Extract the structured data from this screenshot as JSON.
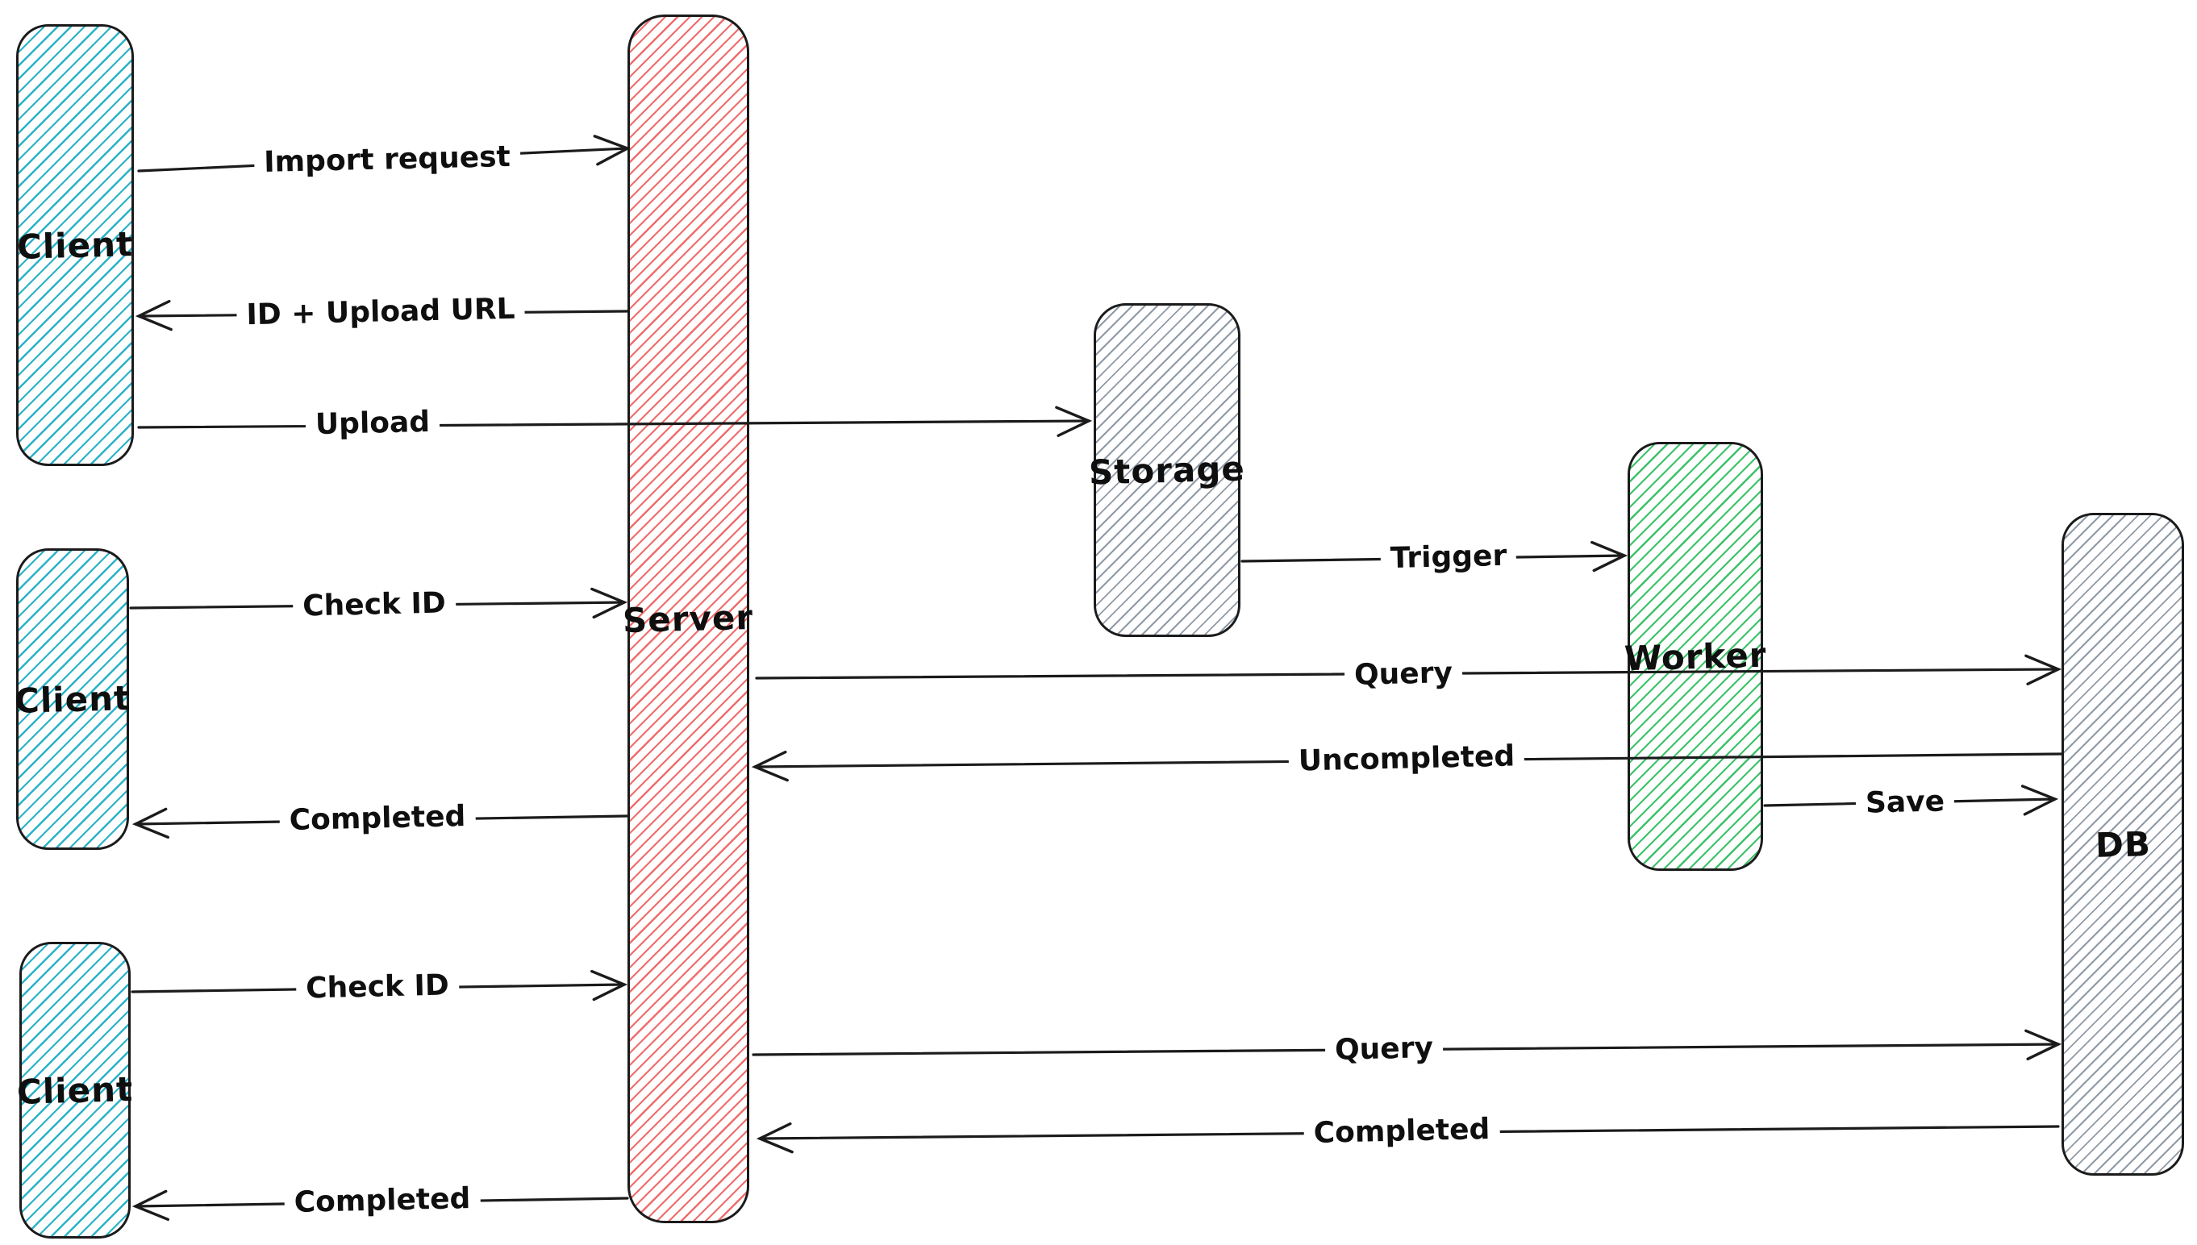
{
  "diagram": {
    "type": "sequence-flow-sketch",
    "palette": {
      "stroke": "#1b1b1b",
      "text": "#0f0f0f",
      "background": "#ffffff",
      "client_hatch": "#2ab2c8",
      "server_hatch": "#ef6d6d",
      "worker_hatch": "#3dc26a",
      "storage_db_hatch": "#8f9aa7"
    },
    "nodes": [
      {
        "id": "client-1",
        "label": "Client",
        "color": "cyan"
      },
      {
        "id": "client-2",
        "label": "Client",
        "color": "cyan"
      },
      {
        "id": "client-3",
        "label": "Client",
        "color": "cyan"
      },
      {
        "id": "server",
        "label": "Server",
        "color": "red"
      },
      {
        "id": "storage",
        "label": "Storage",
        "color": "gray"
      },
      {
        "id": "worker",
        "label": "Worker",
        "color": "green"
      },
      {
        "id": "db",
        "label": "DB",
        "color": "gray"
      }
    ],
    "edges": [
      {
        "id": "import-request",
        "label": "Import request",
        "from": "client-1",
        "to": "server",
        "direction": "right"
      },
      {
        "id": "id-upload-url",
        "label": "ID + Upload URL",
        "from": "server",
        "to": "client-1",
        "direction": "left"
      },
      {
        "id": "upload",
        "label": "Upload",
        "from": "client-1",
        "to": "storage",
        "direction": "right"
      },
      {
        "id": "check-id-1",
        "label": "Check ID",
        "from": "client-2",
        "to": "server",
        "direction": "right"
      },
      {
        "id": "completed-1",
        "label": "Completed",
        "from": "server",
        "to": "client-2",
        "direction": "left"
      },
      {
        "id": "trigger",
        "label": "Trigger",
        "from": "storage",
        "to": "worker",
        "direction": "right"
      },
      {
        "id": "query-1",
        "label": "Query",
        "from": "server",
        "to": "db",
        "direction": "right"
      },
      {
        "id": "uncompleted",
        "label": "Uncompleted",
        "from": "db",
        "to": "server",
        "direction": "left"
      },
      {
        "id": "save",
        "label": "Save",
        "from": "worker",
        "to": "db",
        "direction": "right"
      },
      {
        "id": "check-id-2",
        "label": "Check ID",
        "from": "client-3",
        "to": "server",
        "direction": "right"
      },
      {
        "id": "query-2",
        "label": "Query",
        "from": "server",
        "to": "db",
        "direction": "right"
      },
      {
        "id": "completed-2",
        "label": "Completed",
        "from": "db",
        "to": "server",
        "direction": "left"
      },
      {
        "id": "completed-3",
        "label": "Completed",
        "from": "server",
        "to": "client-3",
        "direction": "left"
      }
    ]
  }
}
